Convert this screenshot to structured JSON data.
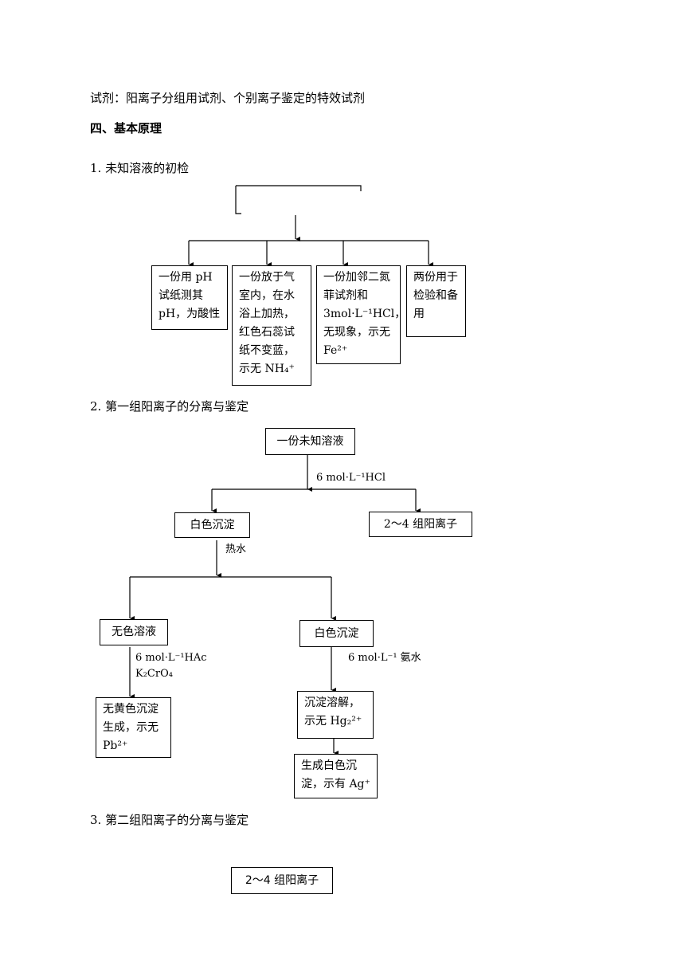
{
  "intro": {
    "reagents": "试剂：阳离子分组用试剂、个别离子鉴定的特效试剂"
  },
  "section4": {
    "heading": "四、基本原理"
  },
  "part1": {
    "title": "1. 未知溶液的初检",
    "top_box": "",
    "boxes": [
      "一份用 pH试纸测其pH，为酸性",
      "一份放于气室内，在水浴上加热，红色石蕊试纸不变蓝，示无 NH₄⁺",
      "一份加邻二氮菲试剂和3mol·L⁻¹HCl，无现象，示无 Fe²⁺",
      "两份用于检验和备用"
    ]
  },
  "part2": {
    "title": "2. 第一组阳离子的分离与鉴定",
    "start_box": "一份未知溶液",
    "reagent_hcl": "6 mol·L⁻¹HCl",
    "white_ppt_1": "白色沉淀",
    "groups_2_4": "2～4 组阳离子",
    "hot_water": "热水",
    "colorless_solution": "无色溶液",
    "white_ppt_2": "白色沉淀",
    "reagent_hac": "6 mol·L⁻¹HAc\nK₂CrO₄",
    "reagent_nh3": "6 mol·L⁻¹ 氨水",
    "no_pb": "无黄色沉淀生成，示无 Pb²⁺",
    "no_hg": "沉淀溶解，示无 Hg₂²⁺",
    "has_ag": "生成白色沉淀，示有 Ag⁺"
  },
  "part3": {
    "title": "3. 第二组阳离子的分离与鉴定",
    "start_box": "2～4 组阳离子"
  }
}
